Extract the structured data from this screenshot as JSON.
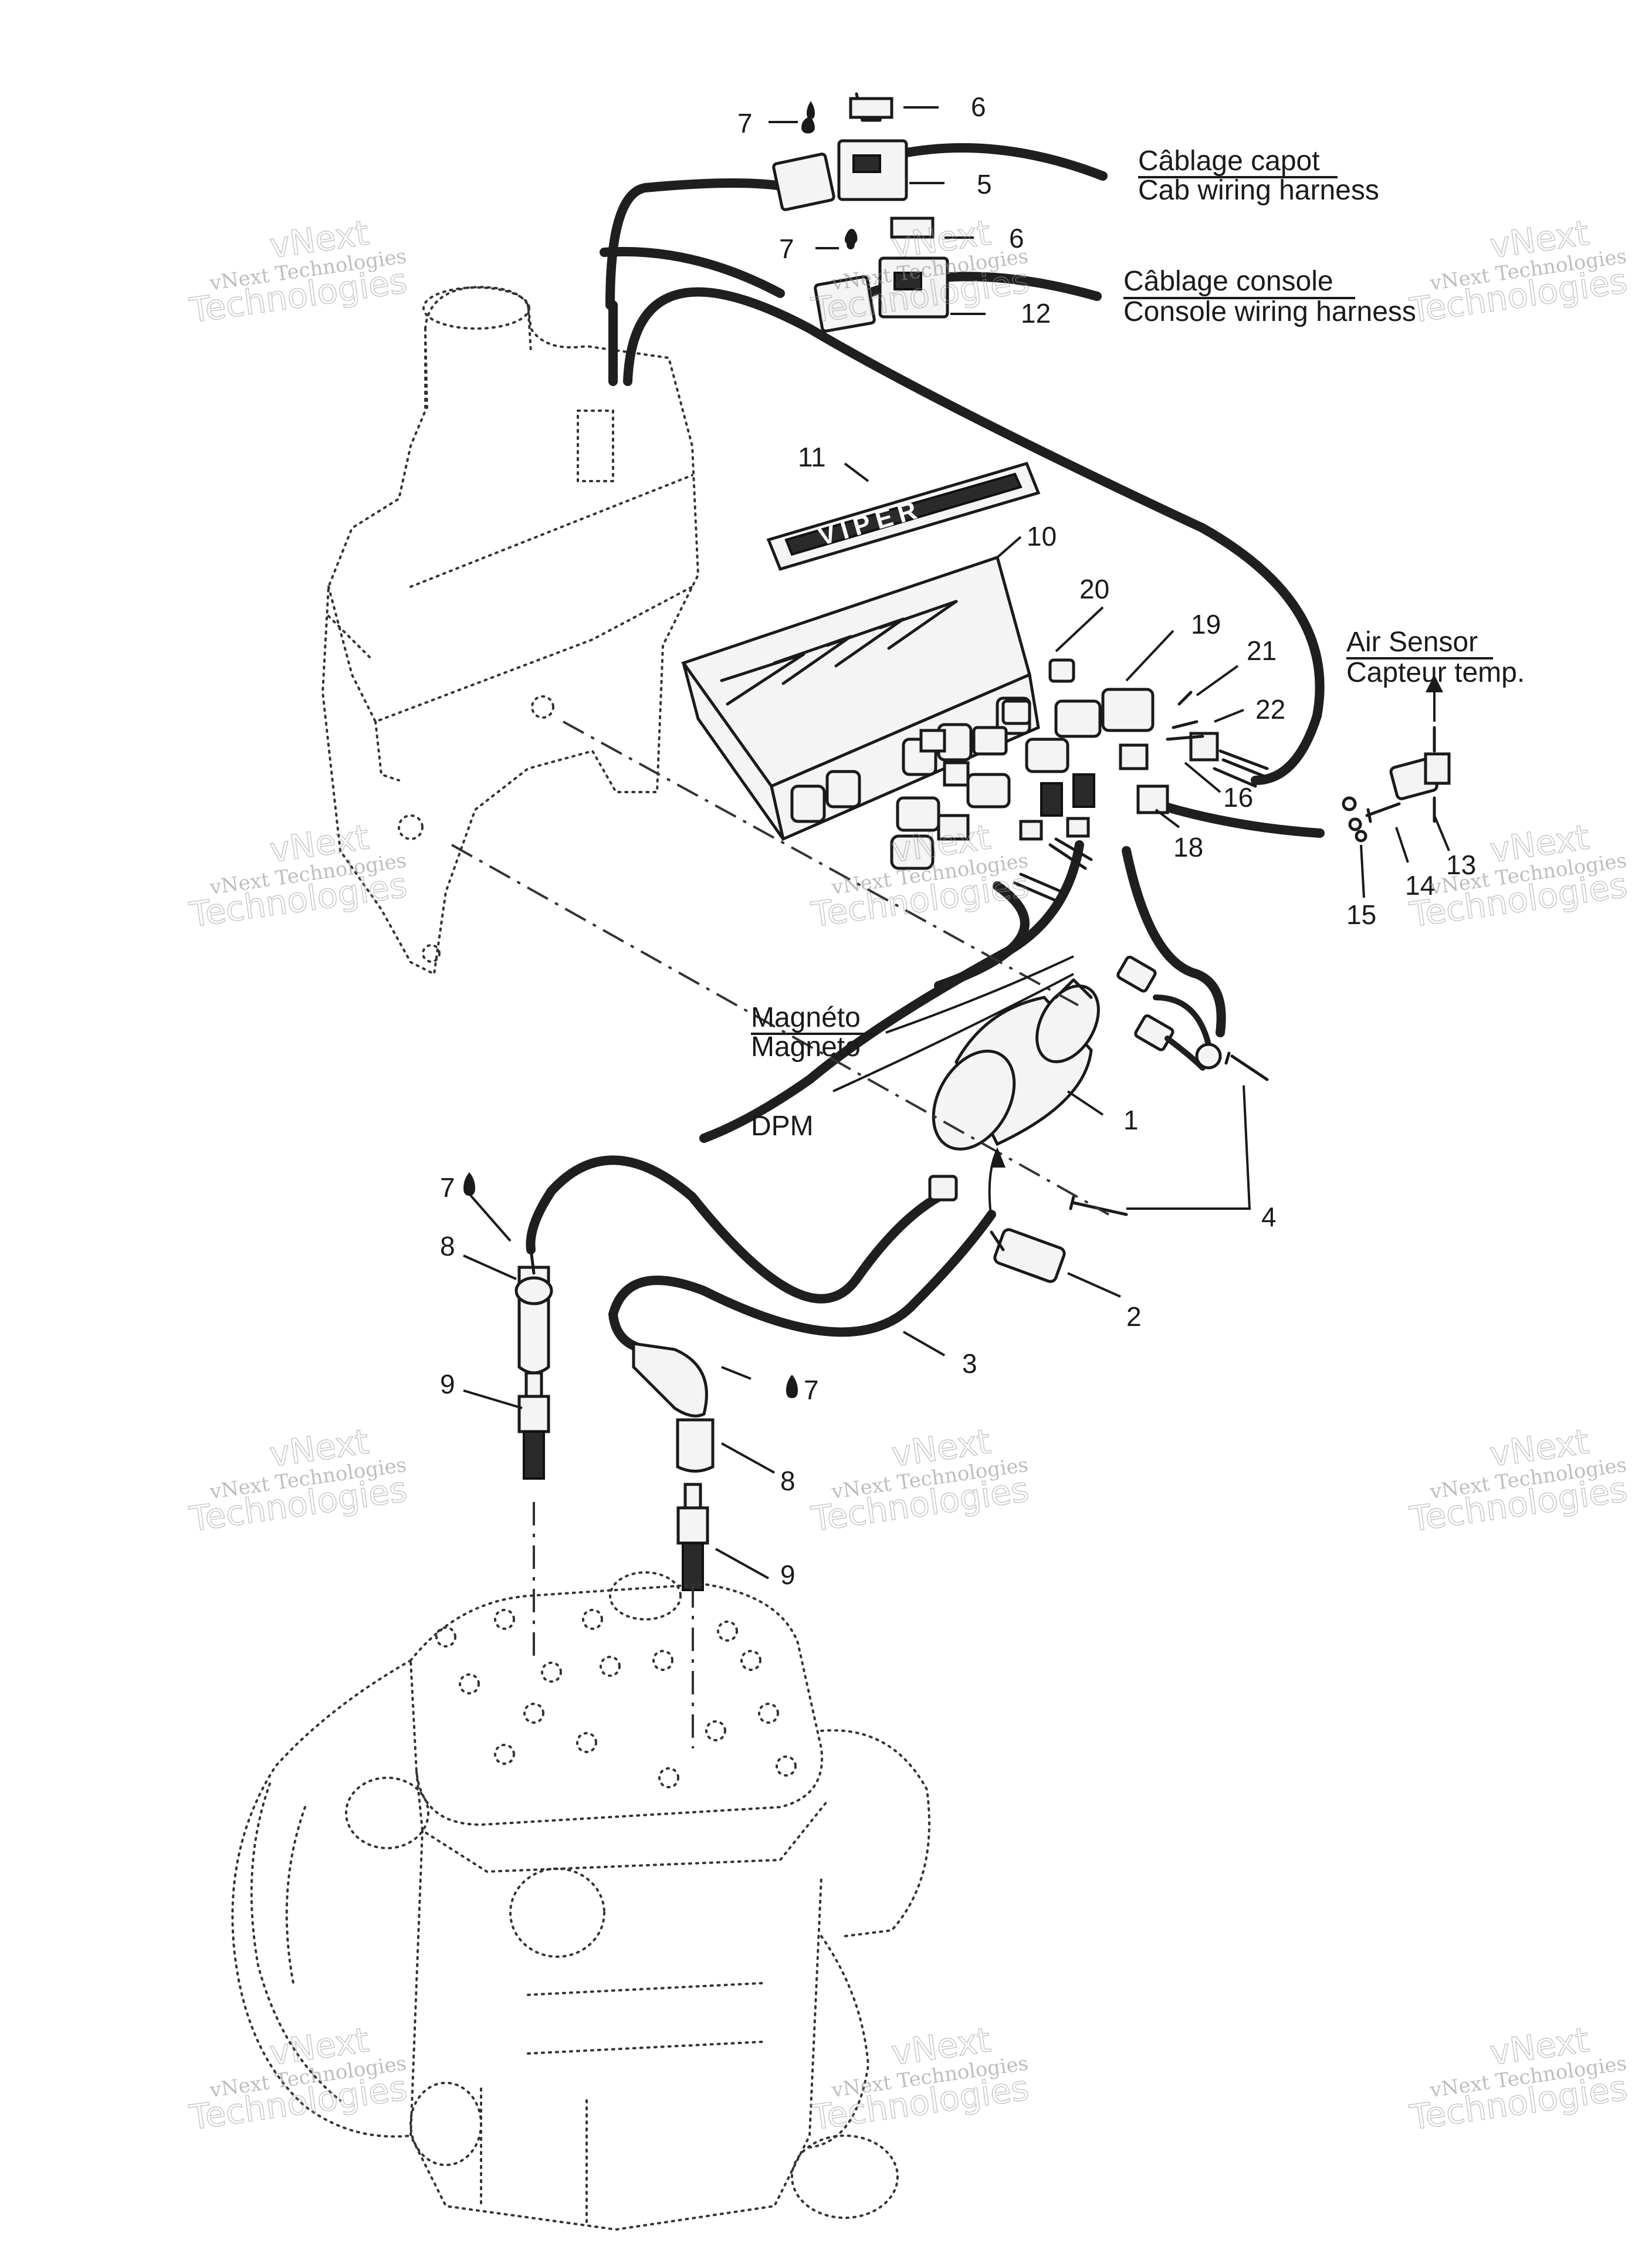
{
  "labels": {
    "cab_harness_fr": "Câblage capot",
    "cab_harness_en": "Cab wiring harness",
    "console_harness_fr": "Câblage console",
    "console_harness_en": "Console wiring harness",
    "air_sensor_en": "Air Sensor",
    "air_sensor_fr": "Capteur temp.",
    "magneto_fr": "Magnéto",
    "magneto_en": "Magneto",
    "dpm": "DPM",
    "module_logo": "VIPER"
  },
  "callouts": [
    {
      "id": "c7a",
      "text": "7"
    },
    {
      "id": "c6a",
      "text": "6"
    },
    {
      "id": "c5",
      "text": "5"
    },
    {
      "id": "c7b",
      "text": "7"
    },
    {
      "id": "c6b",
      "text": "6"
    },
    {
      "id": "c12",
      "text": "12"
    },
    {
      "id": "c11",
      "text": "11"
    },
    {
      "id": "c10",
      "text": "10"
    },
    {
      "id": "c20",
      "text": "20"
    },
    {
      "id": "c19",
      "text": "19"
    },
    {
      "id": "c21",
      "text": "21"
    },
    {
      "id": "c22",
      "text": "22"
    },
    {
      "id": "c16",
      "text": "16"
    },
    {
      "id": "c18",
      "text": "18"
    },
    {
      "id": "c13",
      "text": "13"
    },
    {
      "id": "c14",
      "text": "14"
    },
    {
      "id": "c15",
      "text": "15"
    },
    {
      "id": "c1",
      "text": "1"
    },
    {
      "id": "c4",
      "text": "4"
    },
    {
      "id": "c2",
      "text": "2"
    },
    {
      "id": "c3",
      "text": "3"
    },
    {
      "id": "c7c",
      "text": "7"
    },
    {
      "id": "c8a",
      "text": "8"
    },
    {
      "id": "c9a",
      "text": "9"
    },
    {
      "id": "c7d",
      "text": "7"
    },
    {
      "id": "c8b",
      "text": "8"
    },
    {
      "id": "c9b",
      "text": "9"
    }
  ],
  "watermark": {
    "line1": "vNext Technologies",
    "line2": "Technologies",
    "line3": "vNext"
  }
}
